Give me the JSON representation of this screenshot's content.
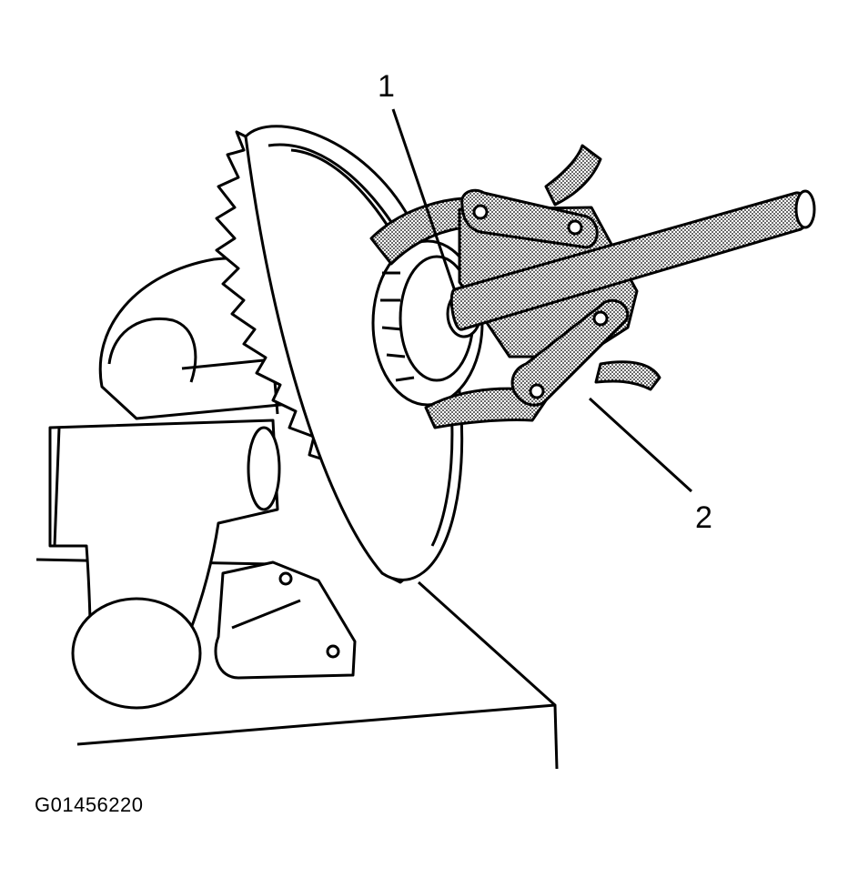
{
  "figure": {
    "id": "G01456220",
    "callouts": [
      {
        "number": "1",
        "target": "bearing race"
      },
      {
        "number": "2",
        "target": "puller"
      }
    ]
  },
  "colors": {
    "line": "#000000",
    "background": "#ffffff",
    "tool_fill": "#c8c8c8"
  }
}
